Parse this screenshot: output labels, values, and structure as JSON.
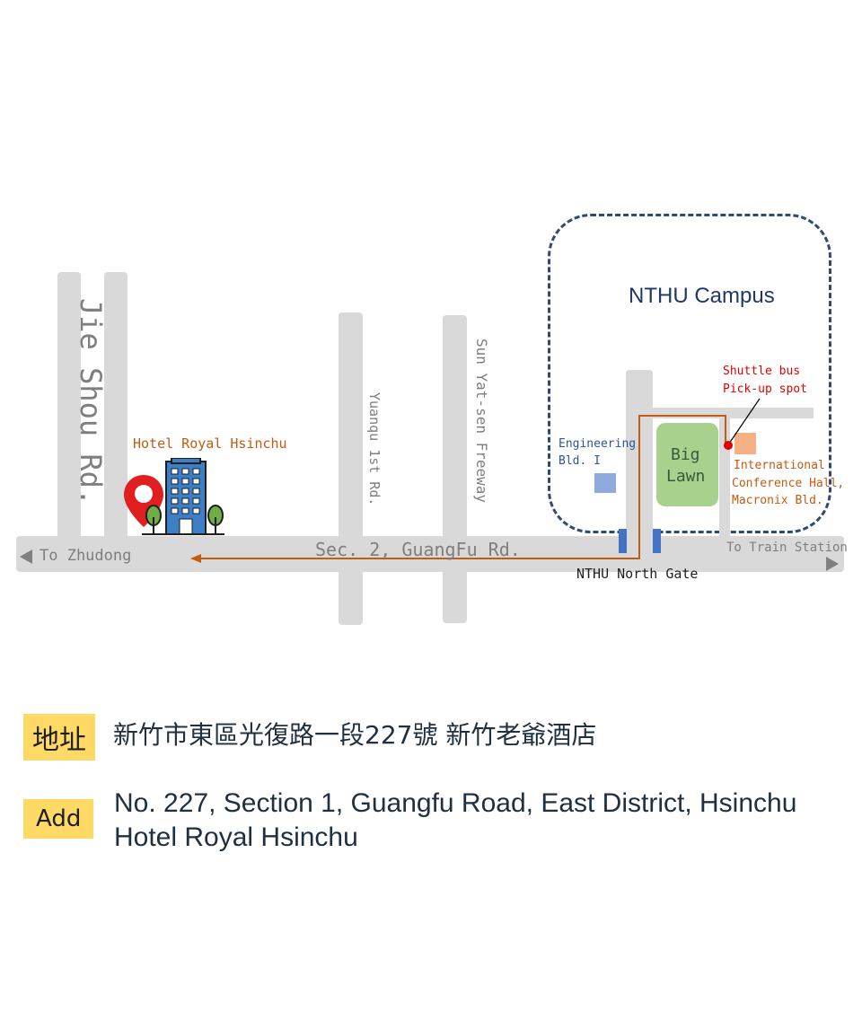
{
  "map": {
    "campus_label": "NTHU Campus",
    "roads": {
      "jie_shou": "Jie Shou Rd.",
      "yuanqu": "Yuanqu 1st Rd.",
      "sun_yat_sen": "Sun Yat-sen Freeway",
      "guangfu": "Sec. 2,  GuangFu Rd."
    },
    "directions": {
      "west": "To Zhudong",
      "east": "To Train Station"
    },
    "places": {
      "hotel": "Hotel Royal Hsinchu",
      "engineering_line1": "Engineering",
      "engineering_line2": "Bld. I",
      "big_lawn_line1": "Big",
      "big_lawn_line2": "Lawn",
      "shuttle_line1": "Shuttle bus",
      "shuttle_line2": "Pick-up spot",
      "conference_line1": "International",
      "conference_line2": "Conference Hall,",
      "conference_line3": "Macronix Bld.",
      "north_gate": "NTHU North Gate"
    },
    "colors": {
      "road": "#d9d9d9",
      "campus_border": "#2f4a73",
      "route": "#c55a11",
      "hotel_label": "#c55a11",
      "shuttle_label": "#e00000",
      "lawn": "#a9d18e",
      "conference_block": "#f4b183",
      "engineering_block": "#8faadc",
      "gate": "#4472c4"
    }
  },
  "address": {
    "zh_tag": "地址",
    "zh_text": "新竹市東區光復路一段227號  新竹老爺酒店",
    "en_tag": "Add",
    "en_line1": "No. 227, Section 1, Guangfu Road, East District, Hsinchu",
    "en_line2": "Hotel Royal Hsinchu"
  }
}
